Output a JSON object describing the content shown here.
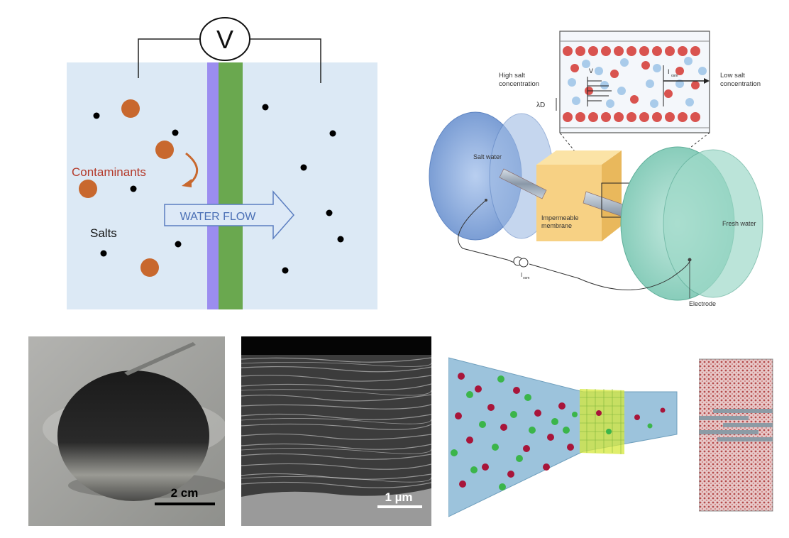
{
  "panel_a": {
    "voltmeter_label": "V",
    "contaminants_label": "Contaminants",
    "water_flow_label": "WATER FLOW",
    "salts_label": "Salts",
    "colors": {
      "background": "#dce9f5",
      "membrane_left": "#9b8df0",
      "membrane_right": "#6aa84f",
      "contaminant": "#c8682e",
      "contaminant_text": "#b43a2a",
      "arrow_fill": "#dde9f7",
      "arrow_stroke": "#5b7ec0"
    }
  },
  "panel_b": {
    "high_salt_label": "High salt",
    "high_salt_label_2": "concentration",
    "low_salt_label": "Low salt",
    "low_salt_label_2": "concentration",
    "debye_label": "λD",
    "velocity_label": "V",
    "current_label": "I",
    "current_sub": "osm",
    "salt_water_label": "Salt water",
    "fresh_water_label": "Fresh water",
    "membrane_label_1": "Impermeable",
    "membrane_label_2": "membrane",
    "meter_current_label": "I",
    "meter_current_sub": "osm",
    "electrode_label": "Electrode",
    "colors": {
      "salt_water": "#7da3d6",
      "fresh_water": "#8fd1c0",
      "membrane": "#f6d17e",
      "ion_red": "#d9534f",
      "ion_blue": "#9ec5e8"
    }
  },
  "panel_c": {
    "scale_label": "2 cm"
  },
  "panel_d": {
    "scale_label": "1 µm"
  },
  "panel_e": {
    "colors": {
      "water": "#9cc3dc",
      "red": "#a8153a",
      "green": "#3bb54a",
      "yellow": "#d6e83a"
    }
  },
  "panel_f": {
    "colors": {
      "water": "#c97a7a",
      "sheet": "#8c9ba5"
    }
  }
}
